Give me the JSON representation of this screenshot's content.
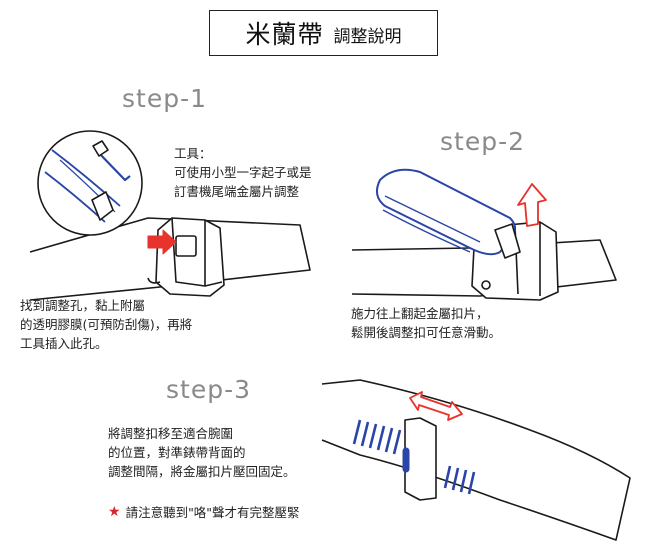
{
  "title": {
    "main": "米蘭帶",
    "sub": "調整說明"
  },
  "steps": [
    {
      "label": "step-1",
      "tool_note": [
        "工具：",
        "可使用小型一字起子或是",
        "訂書機尾端金屬片調整"
      ],
      "note": [
        "找到調整孔，黏上附屬",
        "的透明膠膜(可預防刮傷)，再將",
        "工具插入此孔。"
      ]
    },
    {
      "label": "step-2",
      "note": [
        "施力往上翻起金屬扣片，",
        "鬆開後調整扣可任意滑動。"
      ]
    },
    {
      "label": "step-3",
      "note": [
        "將調整扣移至適合腕圍",
        "的位置，對準錶帶背面的",
        "調整間隔，將金屬扣片壓回固定。"
      ]
    }
  ],
  "warning": {
    "icon": "star-icon",
    "text": "請注意聽到\"咯\"聲才有完整壓緊"
  },
  "colors": {
    "accent_red": "#e8322c",
    "blue": "#2a45a8",
    "line": "#1a1a1a",
    "step_gray": "#8a8a8a"
  }
}
